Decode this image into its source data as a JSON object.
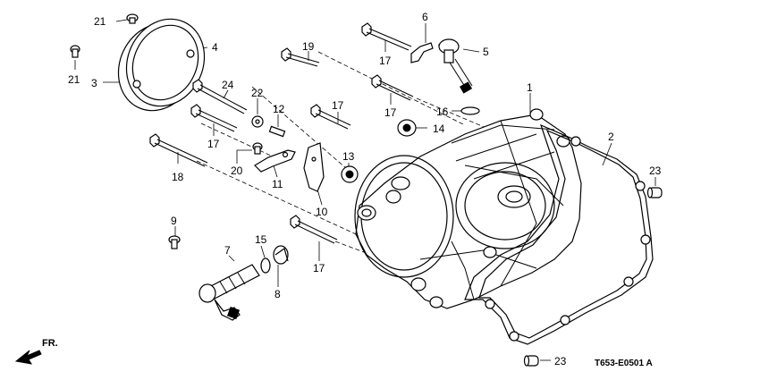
{
  "callouts": [
    {
      "id": "c1",
      "label": "1"
    },
    {
      "id": "c2",
      "label": "2"
    },
    {
      "id": "c3",
      "label": "3"
    },
    {
      "id": "c4",
      "label": "4"
    },
    {
      "id": "c5",
      "label": "5"
    },
    {
      "id": "c6",
      "label": "6"
    },
    {
      "id": "c7",
      "label": "7"
    },
    {
      "id": "c8",
      "label": "8"
    },
    {
      "id": "c9",
      "label": "9"
    },
    {
      "id": "c10",
      "label": "10"
    },
    {
      "id": "c11",
      "label": "11"
    },
    {
      "id": "c12",
      "label": "12"
    },
    {
      "id": "c13",
      "label": "13"
    },
    {
      "id": "c14",
      "label": "14"
    },
    {
      "id": "c15",
      "label": "15"
    },
    {
      "id": "c16",
      "label": "16"
    },
    {
      "id": "c17a",
      "label": "17"
    },
    {
      "id": "c17b",
      "label": "17"
    },
    {
      "id": "c17c",
      "label": "17"
    },
    {
      "id": "c17d",
      "label": "17"
    },
    {
      "id": "c17e",
      "label": "17"
    },
    {
      "id": "c18",
      "label": "18"
    },
    {
      "id": "c19",
      "label": "19"
    },
    {
      "id": "c20",
      "label": "20"
    },
    {
      "id": "c21a",
      "label": "21"
    },
    {
      "id": "c21b",
      "label": "21"
    },
    {
      "id": "c22",
      "label": "22"
    },
    {
      "id": "c23a",
      "label": "23"
    },
    {
      "id": "c23b",
      "label": "23"
    },
    {
      "id": "c24",
      "label": "24"
    }
  ],
  "direction_label": "FR.",
  "diagram_code": "T653-E0501 A"
}
